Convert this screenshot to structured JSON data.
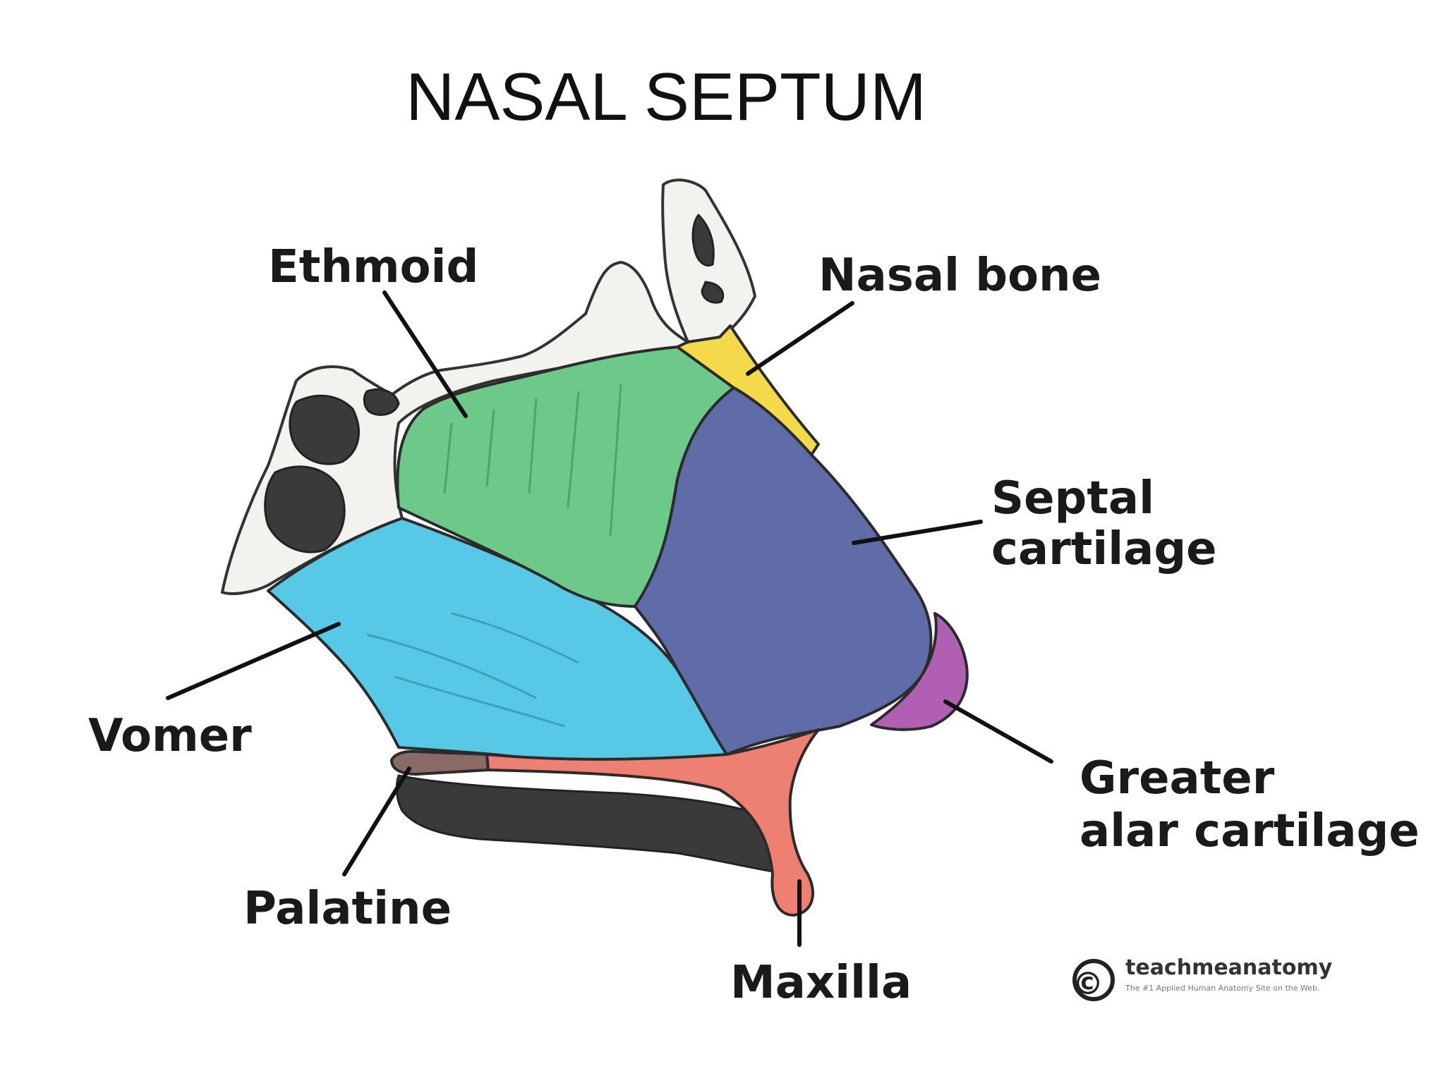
{
  "title": "NASAL SEPTUM",
  "labels": {
    "ethmoid": "Ethmoid",
    "nasal_bone": "Nasal bone",
    "septal_line1": "Septal",
    "septal_line2": "cartilage",
    "vomer": "Vomer",
    "greater_line1": "Greater",
    "greater_line2": "alar cartilage",
    "palatine": "Palatine",
    "maxilla": "Maxilla"
  },
  "watermark": {
    "symbol": "©",
    "brand": "teachmeanatomy",
    "tagline": "The #1 Applied Human Anatomy Site on the Web."
  },
  "colors": {
    "ethmoid": "#6dc98a",
    "nasal_bone": "#f4d94a",
    "septal_cartilage": "#5f6ca8",
    "vomer": "#57c9e6",
    "greater_alar_cartilage": "#b15fb3",
    "palatine": "#8a6a66",
    "maxilla": "#ee7f73"
  }
}
